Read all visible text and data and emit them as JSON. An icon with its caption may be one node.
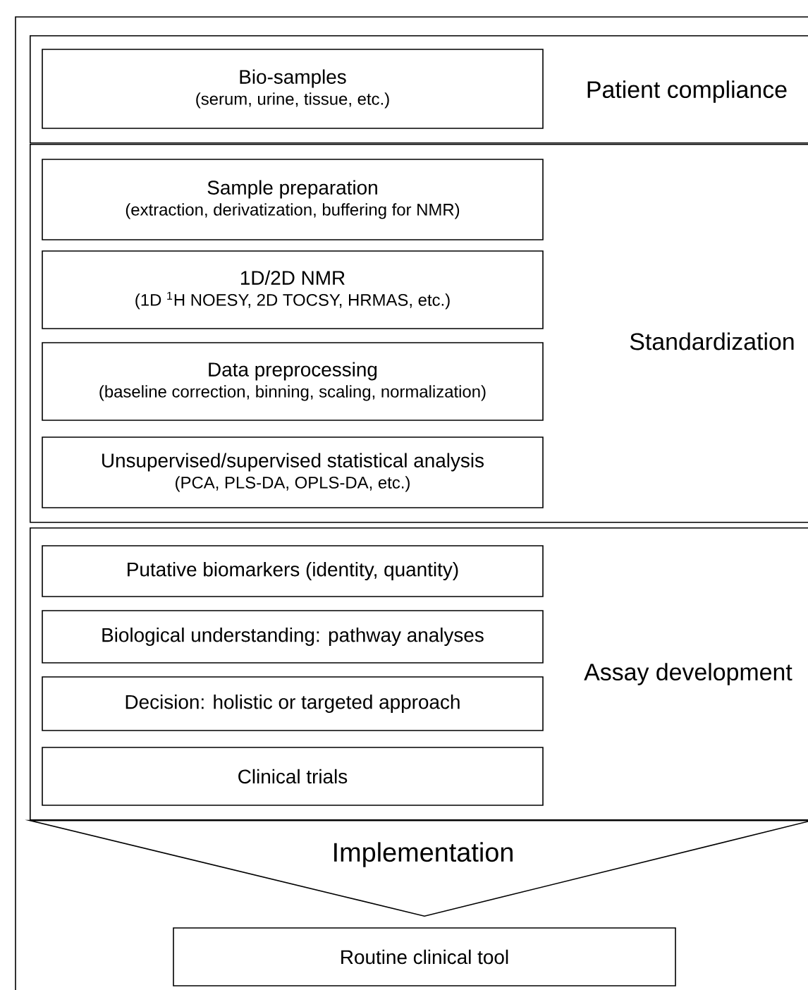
{
  "diagram": {
    "nodes": [
      {
        "text": [
          "Patient compliance"
        ]
      },
      {
        "text": [
          "Bio-samples",
          "(serum, urine, tissue, etc.)"
        ],
        "in": 0
      },
      {
        "text": [
          "Standardization"
        ]
      },
      {
        "text": [
          "Sample preparation",
          "(extraction, derivatization, buffering for NMR)"
        ],
        "in": 2
      },
      {
        "text": [
          "1D/2D NMR",
          "(1D $^{1}$H NOESY, 2D TOCSY, HRMAS, etc.)"
        ],
        "in": 2
      },
      {
        "text": [
          "Data preprocessing",
          "(baseline correction, binning, scaling, normalization)"
        ],
        "in": 2
      },
      {
        "text": [
          "Unsupervised/supervised statistical analysis",
          "(PCA, PLS-DA, OPLS-DA, etc.)"
        ],
        "in": 2
      },
      {
        "text": [
          "Assay development"
        ]
      },
      {
        "text": [
          "Putative biomarkers (identity, quantity)"
        ],
        "in": 7
      },
      {
        "text": [
          "Biological understanding: pathway analyses"
        ],
        "in": 7
      },
      {
        "text": [
          "Decision: holistic or targeted approach"
        ],
        "in": 7
      },
      {
        "text": [
          "Clinical trials"
        ],
        "in": 7
      },
      {
        "text": [
          "Routine clinical tool"
        ]
      }
    ],
    "edges": [
      {
        "from": 7,
        "to": 12,
        "arrow": "to",
        "label": "Implementation"
      }
    ]
  }
}
